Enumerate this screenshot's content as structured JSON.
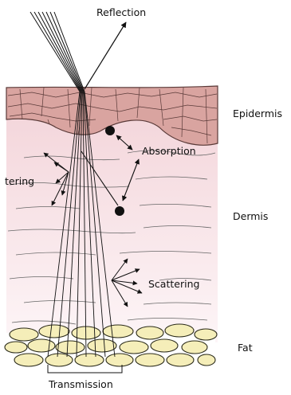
{
  "labels": {
    "reflection": "Reflection",
    "epidermis": "Epidermis",
    "absorption": "Absorption",
    "scattering_left": "tering",
    "dermis": "Dermis",
    "scattering": "Scattering",
    "fat": "Fat",
    "transmission": "Transmission"
  },
  "colors": {
    "epidermis_fill": "#d9a4a0",
    "epidermis_stroke": "#5a3a38",
    "dermis_top": "#f4d7dc",
    "dermis_bottom": "#fdf5f7",
    "fat_fill": "#f5eeb9",
    "fat_stroke": "#2b2b1a",
    "line": "#111111"
  }
}
